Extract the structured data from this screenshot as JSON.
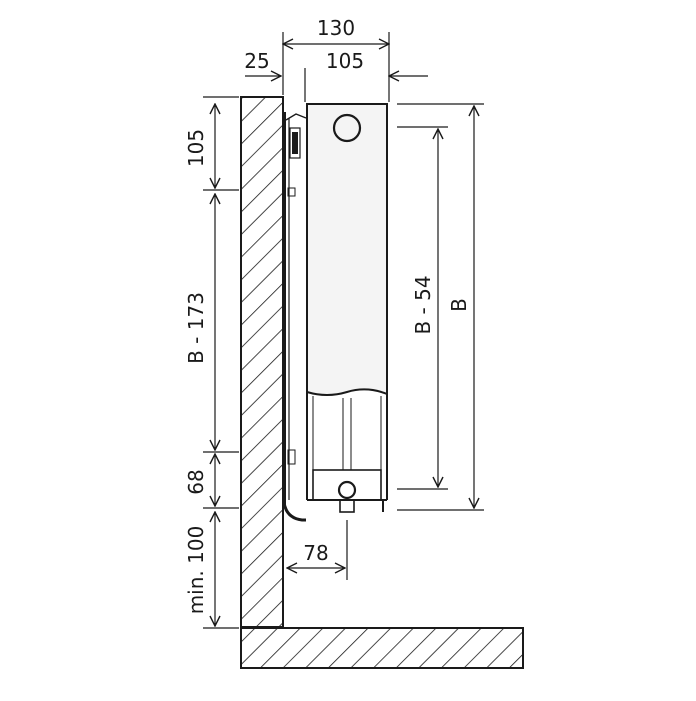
{
  "dimensions": {
    "depth_total": "130",
    "depth_body": "105",
    "wall_gap": "25",
    "top_offset": "105",
    "bracket_span": "B - 173",
    "bottom_bracket": "68",
    "floor_clearance": "min. 100",
    "pipe_offset": "78",
    "connection_height": "B - 54",
    "height": "B"
  },
  "colors": {
    "line": "#1a1a1a",
    "body_fill": "#f4f4f4",
    "hatch": "#1a1a1a"
  }
}
